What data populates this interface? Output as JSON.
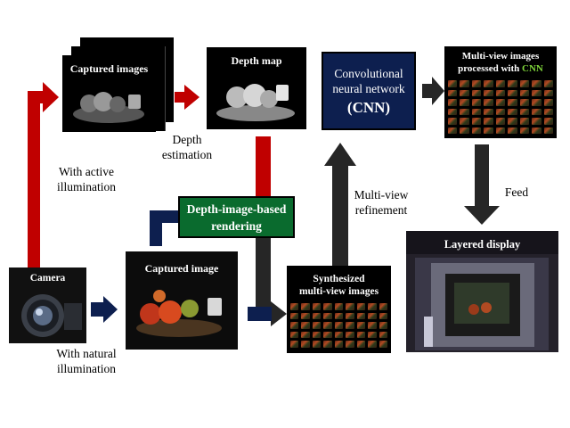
{
  "nodes": {
    "captured_images": "Captured images",
    "depth_map": "Depth map",
    "cnn": {
      "line1": "Convolutional",
      "line2": "neural network",
      "line3": "(CNN)"
    },
    "multiview_processed": {
      "line1": "Multi-view images",
      "line2_prefix": "processed with ",
      "line2_highlight": "CNN"
    },
    "camera": "Camera",
    "captured_image": "Captured image",
    "dibr": {
      "line1": "Depth-image-based",
      "line2": "rendering"
    },
    "synthesized": {
      "line1": "Synthesized",
      "line2": "multi-view images"
    },
    "layered_display": "Layered display"
  },
  "edge_labels": {
    "depth_estimation": {
      "line1": "Depth",
      "line2": "estimation"
    },
    "active_illumination": {
      "line1": "With active",
      "line2": "illumination"
    },
    "natural_illumination": {
      "line1": "With natural",
      "line2": "illumination"
    },
    "multiview_refinement": {
      "line1": "Multi-view",
      "line2": "refinement"
    },
    "feed": "Feed"
  },
  "colors": {
    "red_arrow": "#c00000",
    "dark_arrow": "#262626",
    "navy_arrow": "#0d1f4f",
    "cnn_box": "#0d1f4f",
    "dibr_box": "#0a6b2e",
    "cnn_highlight": "#7fd63a"
  }
}
